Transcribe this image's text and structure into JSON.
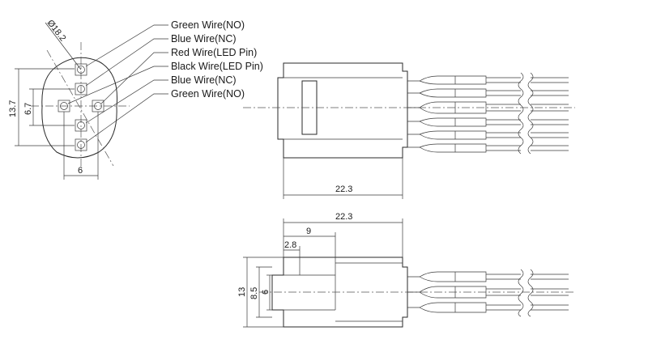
{
  "front_view": {
    "wire_labels": [
      "Green Wire(NO)",
      "Blue Wire(NC)",
      "Red Wire(LED Pin)",
      "Black Wire(LED Pin)",
      "Blue Wire(NC)",
      "Green Wire(NO)"
    ],
    "dim_diameter": "Ø18.2",
    "dim_height": "13.7",
    "dim_inner_height": "6.7",
    "dim_width": "6"
  },
  "side_view": {
    "dim_length": "22.3"
  },
  "top_view": {
    "dim_length": "22.3",
    "dim_step": "9",
    "dim_tab": "2.8",
    "dim_height": "13",
    "dim_mid": "8.5",
    "dim_inner": "6"
  }
}
